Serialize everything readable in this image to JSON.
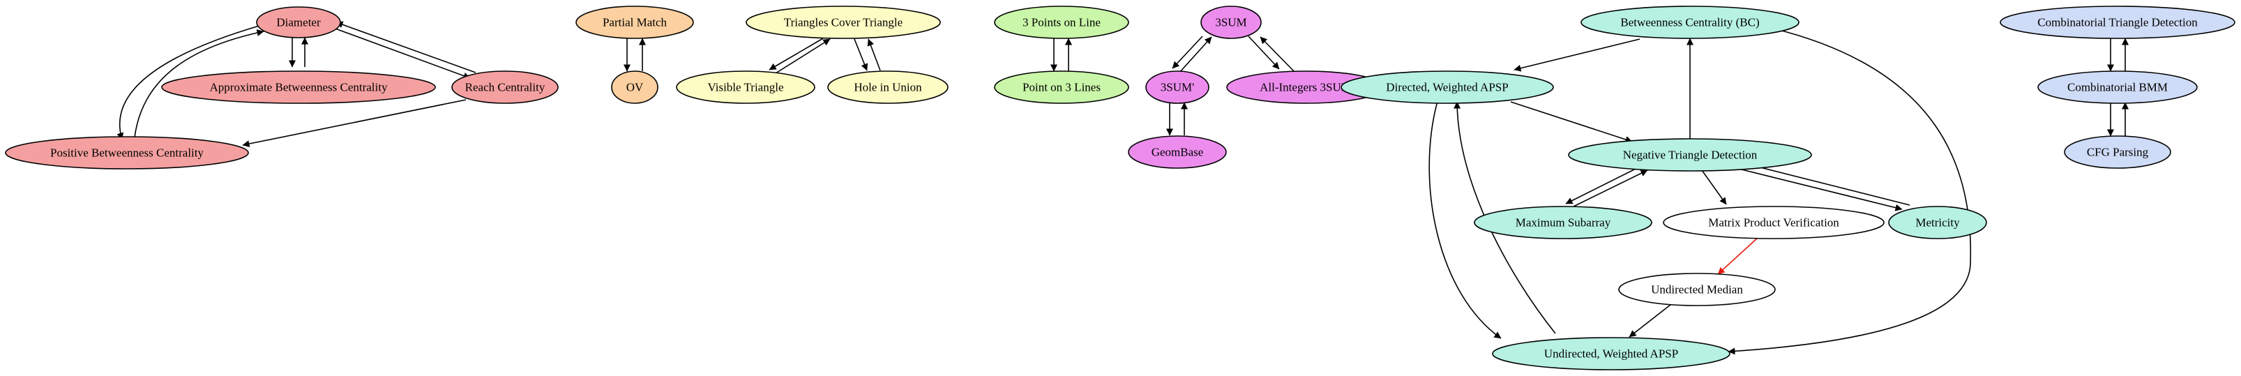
{
  "colors": {
    "red": "#f5a0a0",
    "orange": "#fcd0a0",
    "yellow": "#fdfcc4",
    "green": "#c9f6a8",
    "magenta": "#ec8ded",
    "teal": "#b6f1e2",
    "blue": "#cfdcf7",
    "white": "#ffffff",
    "edge": "#000000",
    "edge_highlight": "#e8190f"
  },
  "nodes": {
    "diameter": "Diameter",
    "approx_bc": "Approximate Betweenness Centrality",
    "reach_centrality": "Reach Centrality",
    "positive_bc": "Positive Betweenness Centrality",
    "partial_match": "Partial Match",
    "ov": "OV",
    "triangles_cover_triangle": "Triangles Cover Triangle",
    "visible_triangle": "Visible Triangle",
    "hole_in_union": "Hole in Union",
    "three_points_on_line": "3 Points on Line",
    "point_on_3_lines": "Point on 3 Lines",
    "three_sum": "3SUM",
    "three_sum_prime": "3SUM'",
    "all_integers_3sum": "All-Integers 3SUM",
    "geombase": "GeomBase",
    "betweenness_centrality": "Betweenness Centrality (BC)",
    "directed_weighted_apsp": "Directed, Weighted APSP",
    "negative_triangle_detection": "Negative Triangle Detection",
    "maximum_subarray": "Maximum Subarray",
    "matrix_product_verification": "Matrix Product Verification",
    "metricity": "Metricity",
    "undirected_median": "Undirected Median",
    "undirected_weighted_apsp": "Undirected, Weighted APSP",
    "combinatorial_triangle_detection": "Combinatorial Triangle Detection",
    "combinatorial_bmm": "Combinatorial BMM",
    "cfg_parsing": "CFG Parsing"
  }
}
